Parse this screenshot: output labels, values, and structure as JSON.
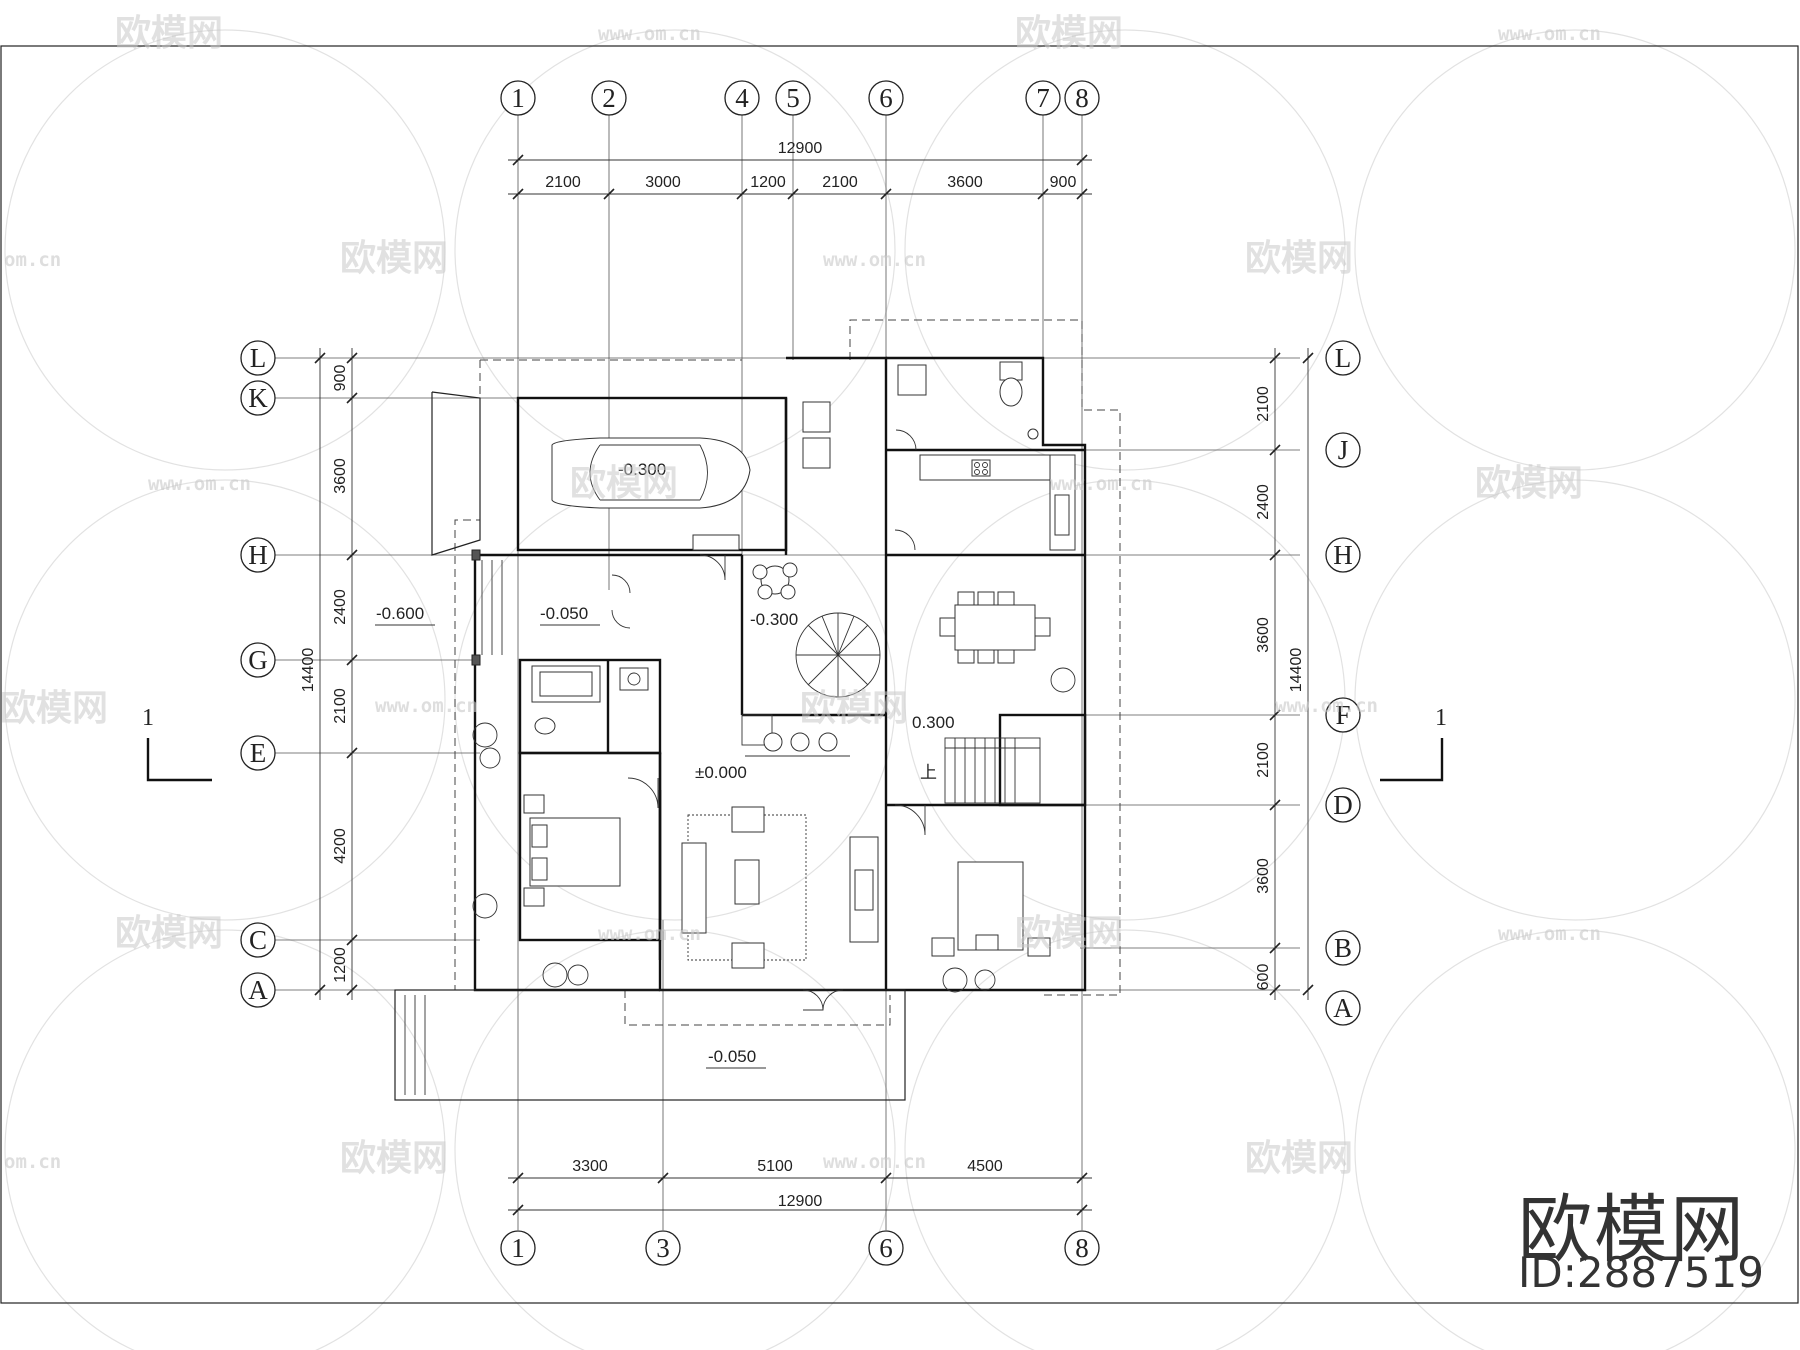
{
  "watermark": {
    "brand_text": "欧模网",
    "url_text": "www.om.cn",
    "url_partial": "om.cn"
  },
  "brand_logo": {
    "text": "欧模网",
    "id_text": "ID:2887519"
  },
  "plan": {
    "top_axes": [
      "1",
      "2",
      "4",
      "5",
      "6",
      "7",
      "8"
    ],
    "bottom_axes": [
      "1",
      "3",
      "6",
      "8"
    ],
    "left_axes": [
      "L",
      "K",
      "H",
      "G",
      "E",
      "C",
      "A"
    ],
    "right_axes": [
      "L",
      "J",
      "H",
      "F",
      "D",
      "B",
      "A"
    ],
    "top_total": "12900",
    "top_segments": [
      "2100",
      "3000",
      "1200",
      "2100",
      "3600",
      "900"
    ],
    "bottom_segments": [
      "3300",
      "5100",
      "4500"
    ],
    "bottom_total": "12900",
    "left_segments": [
      "900",
      "3600",
      "2400",
      "2100",
      "4200",
      "1200"
    ],
    "left_total": "14400",
    "right_segments": [
      "2100",
      "2400",
      "3600",
      "2100",
      "3600",
      "600"
    ],
    "right_total": "14400",
    "levels": {
      "garage": "-0.300",
      "side_entry": "-0.600",
      "corridor": "-0.050",
      "stair_well": "-0.300",
      "living": "±0.000",
      "front_terrace": "-0.050",
      "dining_level": "0.300"
    },
    "section_mark": "1",
    "stair_up": "上"
  }
}
